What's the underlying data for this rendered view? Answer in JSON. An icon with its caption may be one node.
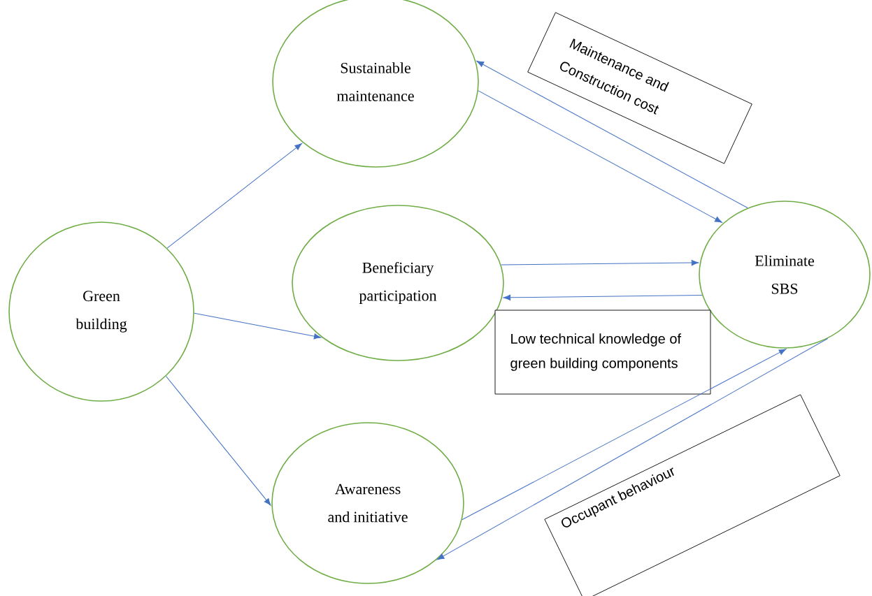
{
  "diagram": {
    "nodes": [
      {
        "text": [
          "Green building"
        ]
      },
      {
        "text": [
          "Sustainable maintenance"
        ]
      },
      {
        "text": [
          "Beneficiary participation"
        ]
      },
      {
        "text": [
          "Awareness and initiative"
        ]
      },
      {
        "text": [
          "Eliminate SBS"
        ]
      },
      {
        "text": [
          "Maintenance and Construction cost"
        ]
      },
      {
        "text": [
          "Low technical knowledge of green building components"
        ]
      },
      {
        "text": [
          "Occupant behaviour"
        ]
      }
    ],
    "edges": [
      {
        "from": 0,
        "to": 1,
        "arrow": "to"
      },
      {
        "from": 0,
        "to": 2,
        "arrow": "to"
      },
      {
        "from": 0,
        "to": 3,
        "arrow": "to"
      },
      {
        "from": 2,
        "to": 4,
        "arrow": "to"
      },
      {
        "from": 4,
        "to": 2,
        "arrow": "to"
      },
      {
        "from": 1,
        "to": 4,
        "arrow": "to"
      },
      {
        "from": 4,
        "to": 1,
        "arrow": "to"
      },
      {
        "from": 3,
        "to": 4,
        "arrow": "to"
      },
      {
        "from": 4,
        "to": 3,
        "arrow": "to"
      }
    ]
  }
}
